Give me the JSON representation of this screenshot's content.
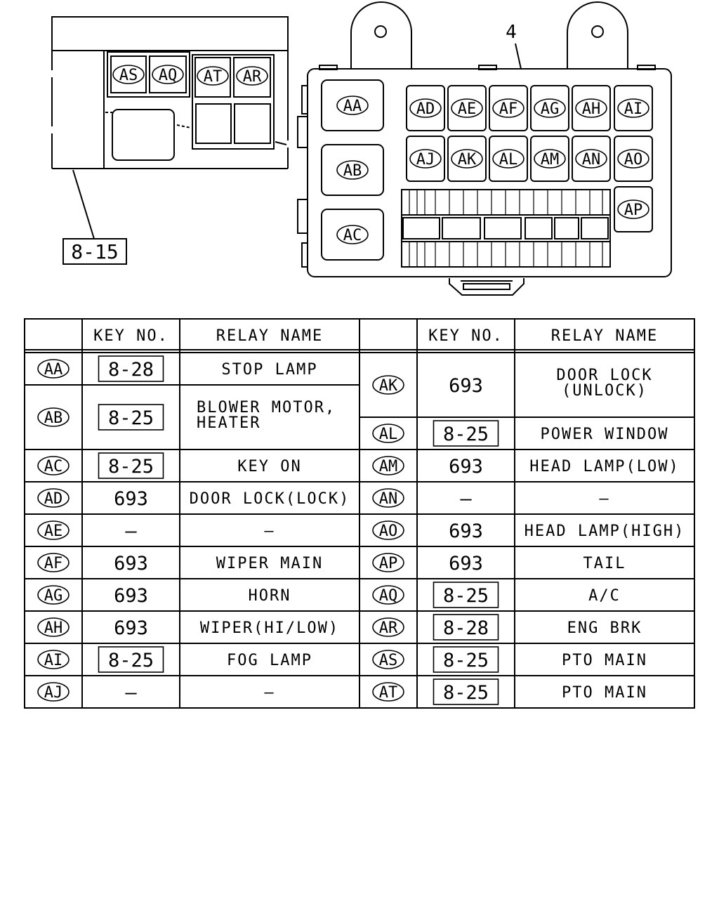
{
  "diagram": {
    "callout_ref_left": "8-15",
    "callout_num_right": "4",
    "small_box_relays": [
      "AS",
      "AQ",
      "AT",
      "AR"
    ],
    "big_box_large_relays": [
      "AA",
      "AB",
      "AC"
    ],
    "big_box_row1": [
      "AD",
      "AE",
      "AF",
      "AG",
      "AH",
      "AI"
    ],
    "big_box_row2": [
      "AJ",
      "AK",
      "AL",
      "AM",
      "AN",
      "AO"
    ],
    "big_box_single": [
      "AP"
    ]
  },
  "table": {
    "headers": [
      "KEY NO.",
      "RELAY NAME",
      "KEY NO.",
      "RELAY NAME"
    ],
    "left_rows": [
      {
        "code": "AA",
        "key": "8-28",
        "boxed": true,
        "name": [
          "STOP LAMP"
        ]
      },
      {
        "code": "AB",
        "key": "8-25",
        "boxed": true,
        "name": [
          "BLOWER MOTOR,",
          "HEATER"
        ]
      },
      {
        "code": "AC",
        "key": "8-25",
        "boxed": true,
        "name": [
          "KEY ON"
        ]
      },
      {
        "code": "AD",
        "key": "693",
        "boxed": false,
        "name": [
          "DOOR LOCK(LOCK)"
        ]
      },
      {
        "code": "AE",
        "key": "—",
        "boxed": false,
        "name": [
          "—"
        ]
      },
      {
        "code": "AF",
        "key": "693",
        "boxed": false,
        "name": [
          "WIPER MAIN"
        ]
      },
      {
        "code": "AG",
        "key": "693",
        "boxed": false,
        "name": [
          "HORN"
        ]
      },
      {
        "code": "AH",
        "key": "693",
        "boxed": false,
        "name": [
          "WIPER(HI/LOW)"
        ]
      },
      {
        "code": "AI",
        "key": "8-25",
        "boxed": true,
        "name": [
          "FOG LAMP"
        ]
      },
      {
        "code": "AJ",
        "key": "—",
        "boxed": false,
        "name": [
          "—"
        ]
      }
    ],
    "right_rows": [
      {
        "code": "AK",
        "key": "693",
        "boxed": false,
        "name": [
          "DOOR LOCK",
          "(UNLOCK)"
        ]
      },
      {
        "code": "AL",
        "key": "8-25",
        "boxed": true,
        "name": [
          "POWER WINDOW"
        ]
      },
      {
        "code": "AM",
        "key": "693",
        "boxed": false,
        "name": [
          "HEAD LAMP(LOW)"
        ]
      },
      {
        "code": "AN",
        "key": "—",
        "boxed": false,
        "name": [
          "—"
        ]
      },
      {
        "code": "AO",
        "key": "693",
        "boxed": false,
        "name": [
          "HEAD LAMP(HIGH)"
        ]
      },
      {
        "code": "AP",
        "key": "693",
        "boxed": false,
        "name": [
          "TAIL"
        ]
      },
      {
        "code": "AQ",
        "key": "8-25",
        "boxed": true,
        "name": [
          "A/C"
        ]
      },
      {
        "code": "AR",
        "key": "8-28",
        "boxed": true,
        "name": [
          "ENG BRK"
        ]
      },
      {
        "code": "AS",
        "key": "8-25",
        "boxed": true,
        "name": [
          "PTO MAIN"
        ]
      },
      {
        "code": "AT",
        "key": "8-25",
        "boxed": true,
        "name": [
          "PTO MAIN"
        ]
      }
    ]
  }
}
